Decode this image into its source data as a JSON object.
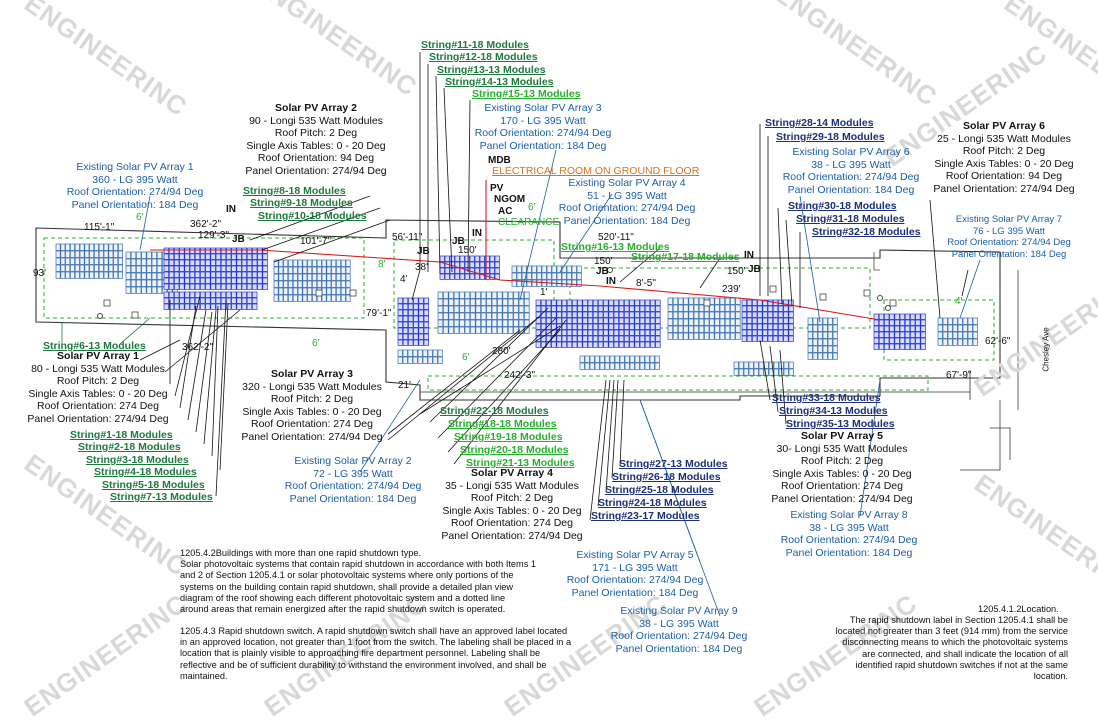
{
  "watermark": "ENGINEERINC",
  "arrays": [
    {
      "title": "Solar PV Array 1",
      "lines": [
        "80 - Longi 535 Watt Modules",
        "Roof Pitch: 2 Deg",
        "Single Axis Tables: 0 - 20 Deg",
        "Roof Orientation: 274 Deg",
        "Panel Orientation: 274/94 Deg"
      ]
    },
    {
      "title": "Solar PV Array 2",
      "lines": [
        "90 - Longi 535 Watt Modules",
        "Roof Pitch: 2 Deg",
        "Single Axis Tables: 0 - 20 Deg",
        "Roof Orientation: 94 Deg",
        "Panel Orientation: 274/94 Deg"
      ]
    },
    {
      "title": "Solar PV Array 3",
      "lines": [
        "320 - Longi 535 Watt Modules",
        "Roof Pitch: 2 Deg",
        "Single Axis Tables: 0 - 20 Deg",
        "Roof Orientation: 274 Deg",
        "Panel Orientation: 274/94 Deg"
      ]
    },
    {
      "title": "Solar PV Array 4",
      "lines": [
        "35 - Longi 535 Watt Modules",
        "Roof Pitch: 2 Deg",
        "Single Axis Tables: 0 - 20 Deg",
        "Roof Orientation: 274 Deg",
        "Panel Orientation: 274/94 Deg"
      ]
    },
    {
      "title": "Solar PV Array 5",
      "lines": [
        "30- Longi 535 Watt Modules",
        "Roof Pitch: 2 Deg",
        "Single Axis Tables: 0 - 20 Deg",
        "Roof Orientation: 274 Deg",
        "Panel Orientation: 274/94 Deg"
      ]
    },
    {
      "title": "Solar PV Array 6",
      "lines": [
        "25 - Longi 535 Watt Modules",
        "Roof Pitch: 2 Deg",
        "Single Axis Tables: 0 - 20 Deg",
        "Roof Orientation: 94 Deg",
        "Panel Orientation: 274/94 Deg"
      ]
    }
  ],
  "existing": [
    {
      "title": "Existing Solar PV Array 1",
      "lines": [
        "360 - LG 395 Watt",
        "Roof Orientation: 274/94 Deg",
        "Panel Orientation: 184 Deg"
      ]
    },
    {
      "title": "Existing Solar PV Array 2",
      "lines": [
        "72 - LG 395 Watt",
        "Roof Orientation: 274/94 Deg",
        "Panel Orientation: 184 Deg"
      ]
    },
    {
      "title": "Existing Solar PV Array 3",
      "lines": [
        "170 - LG 395 Watt",
        "Roof Orientation: 274/94 Deg",
        "Panel Orientation: 184 Deg"
      ]
    },
    {
      "title": "Existing Solar PV Array 4",
      "lines": [
        "51 - LG 395 Watt",
        "Roof Orientation: 274/94 Deg",
        "Panel Orientation: 184 Deg"
      ]
    },
    {
      "title": "Existing Solar PV Array 5",
      "lines": [
        "171 - LG 395 Watt",
        "Roof Orientation: 274/94 Deg",
        "Panel Orientation: 184 Deg"
      ]
    },
    {
      "title": "Existing Solar PV Array 6",
      "lines": [
        "38 - LG 395 Watt",
        "Roof Orientation: 274/94 Deg",
        "Panel Orientation: 184 Deg"
      ]
    },
    {
      "title": "Existing Solar PV Array 7",
      "lines": [
        "76 - LG 395 Watt",
        "Roof Orientation: 274/94 Deg",
        "Panel Orientation: 184 Deg"
      ]
    },
    {
      "title": "Existing Solar PV Array 8",
      "lines": [
        "38 - LG 395 Watt",
        "Roof Orientation: 274/94 Deg",
        "Panel Orientation: 184 Deg"
      ]
    },
    {
      "title": "Existing Solar PV Array 9",
      "lines": [
        "38 - LG 395 Watt",
        "Roof Orientation: 274/94 Deg",
        "Panel Orientation: 184 Deg"
      ]
    }
  ],
  "strings": [
    "String#1-18 Modules",
    "String#2-18 Modules",
    "String#3-18 Modules",
    "String#4-18 Modules",
    "String#5-18 Modules",
    "String#6-13 Modules",
    "String#7-13 Modules",
    "String#8-18 Modules",
    "String#9-18 Modules",
    "String#10-18 Modules",
    "String#11-18 Modules",
    "String#12-18 Modules",
    "String#13-13 Modules",
    "String#14-13 Modules",
    "String#15-13 Modules",
    "String#16-13 Modules",
    "String#17-18 Modules",
    "String#18-18 Modules",
    "String#19-18 Modules",
    "String#20-18 Modules",
    "String#21-13 Modules",
    "String#22-18 Modules",
    "String#23-17 Modules",
    "String#24-18 Modules",
    "String#25-18 Modules",
    "String#26-18 Modules",
    "String#27-13 Modules",
    "String#28-14 Modules",
    "String#29-18 Modules",
    "String#30-18 Modules",
    "String#31-18 Modules",
    "String#32-18 Modules",
    "String#33-18 Modules",
    "String#34-13 Modules",
    "String#35-13 Modules"
  ],
  "site": {
    "mdb": "MDB",
    "electrical_room": "ELECTRICAL ROOM ON GROUND FLOOR",
    "pv": "PV",
    "ngom": "NGOM",
    "ac": "AC",
    "clearance": "CLEARANCE",
    "street": "Chesley Ave",
    "jb": "JB",
    "in": "IN"
  },
  "dimensions": {
    "d115": "115'-1\"",
    "d362a": "362'-2\"",
    "d129": "129'-3\"",
    "d101": "101'-7\"",
    "d93": "93'",
    "d362b": "362'-2\"",
    "d56": "56'-11\"",
    "d38": "38'",
    "d150a": "150'",
    "d520": "520'-11\"",
    "d150b": "150'",
    "d8": "8'-5\"",
    "d150c": "150'",
    "d239": "239'",
    "d4": "4'",
    "d79": "79'-1\"",
    "d6a": "6'",
    "d6b": "6'",
    "d6c": "6'",
    "d280": "280'",
    "d242": "242'-3\"",
    "d21": "21'",
    "d62": "62'-6\"",
    "d67": "67'-9\"",
    "d4b": "4'",
    "d8b": "8'",
    "d6d": "6'",
    "d1b": "1'"
  },
  "notes": {
    "n1": "1205.4.2Buildings with more than one rapid shutdown type.\nSolar photovoltaic systems that contain rapid shutdown in accordance with both Items 1\nand 2 of Section 1205.4.1 or solar photovoltaic systems where only portions of the\nsystems on the building contain rapid shutdown, shall provide a detailed plan view\ndiagram of the roof showing each different photovoltaic system and a dotted line\naround areas that remain energized after the rapid shutdown switch is operated.",
    "n2": "1205.4.3 Rapid shutdown switch. A rapid shutdown switch shall have an approved label located\nin an approved location, not greater than 1 foot from the switch. The labeling shall be placed in a\nlocation that is plainly visible to approaching fire department personnel. Labeling shall be\nreflective and be of sufficient durability to withstand the environment involved, and shall be\nmaintained.",
    "n3_title": "1205.4.1.2Location.",
    "n3": "The rapid shutdown label in Section 1205.4.1 shall be\nlocated not greater than 3 feet (914 mm) from the service\ndisconnecting means to which the photovoltaic systems\nare connected, and shall indicate the location of all\nidentified rapid shutdown switches if not at the same\nlocation."
  },
  "colors": {
    "black": "#111111",
    "blue": "#1a5fa8",
    "navy": "#1c2f7a",
    "green": "#1e7a3c",
    "lime": "#27b02d",
    "red": "#d81b1b",
    "orange": "#d9731a",
    "module_new": "#2433c9",
    "module_exist": "#3a6fae"
  }
}
